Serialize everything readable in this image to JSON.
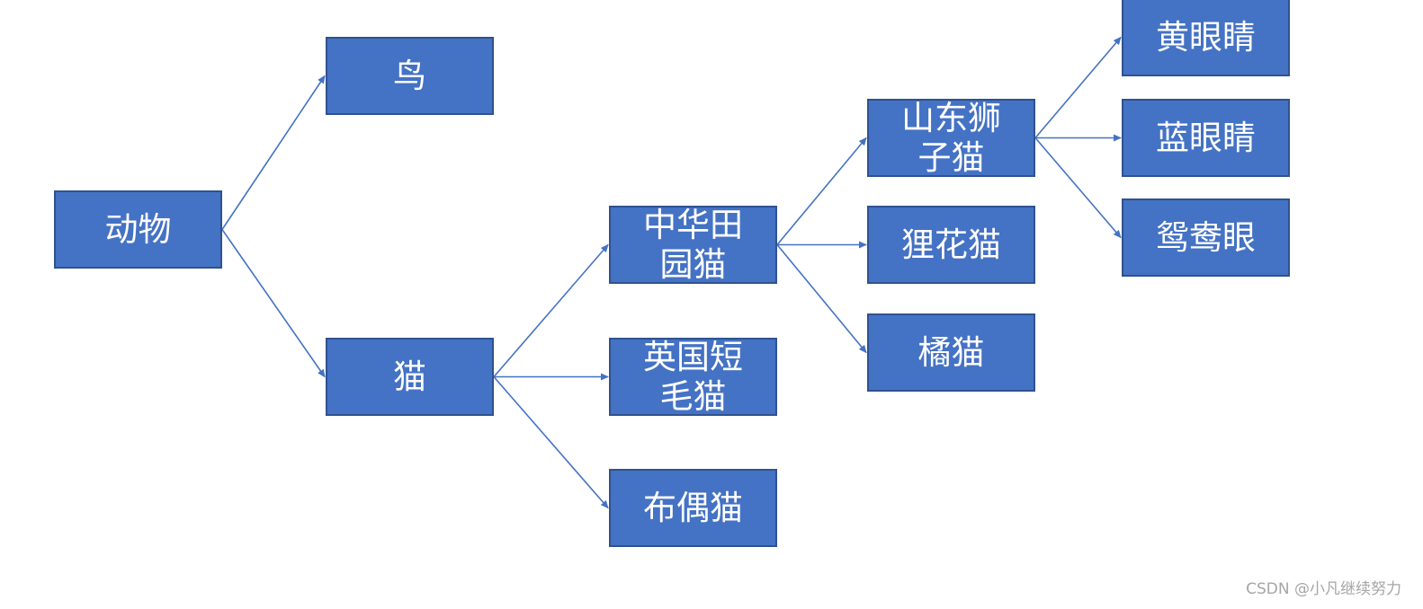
{
  "colors": {
    "node_fill": "#4472c4",
    "node_border": "#2f528f",
    "node_text": "#ffffff",
    "edge": "#4472c4",
    "watermark": "#a6a6a6"
  },
  "nodes": {
    "animal": {
      "label": "动物"
    },
    "bird": {
      "label": "鸟"
    },
    "cat": {
      "label": "猫"
    },
    "chinese_garden_cat": {
      "label_line1": "中华田",
      "label_line2": "园猫"
    },
    "british_shorthair": {
      "label_line1": "英国短",
      "label_line2": "毛猫"
    },
    "ragdoll": {
      "label": "布偶猫"
    },
    "shandong_lion_cat": {
      "label_line1": "山东狮",
      "label_line2": "子猫"
    },
    "dragon_li": {
      "label": "狸花猫"
    },
    "orange_cat": {
      "label": "橘猫"
    },
    "yellow_eyes": {
      "label": "黄眼睛"
    },
    "blue_eyes": {
      "label": "蓝眼睛"
    },
    "odd_eyes": {
      "label": "鸳鸯眼"
    }
  },
  "edges": [
    {
      "from": "animal",
      "to": "bird"
    },
    {
      "from": "animal",
      "to": "cat"
    },
    {
      "from": "cat",
      "to": "chinese_garden_cat"
    },
    {
      "from": "cat",
      "to": "british_shorthair"
    },
    {
      "from": "cat",
      "to": "ragdoll"
    },
    {
      "from": "chinese_garden_cat",
      "to": "shandong_lion_cat"
    },
    {
      "from": "chinese_garden_cat",
      "to": "dragon_li"
    },
    {
      "from": "chinese_garden_cat",
      "to": "orange_cat"
    },
    {
      "from": "shandong_lion_cat",
      "to": "yellow_eyes"
    },
    {
      "from": "shandong_lion_cat",
      "to": "blue_eyes"
    },
    {
      "from": "shandong_lion_cat",
      "to": "odd_eyes"
    }
  ],
  "watermark": "CSDN @小凡继续努力"
}
